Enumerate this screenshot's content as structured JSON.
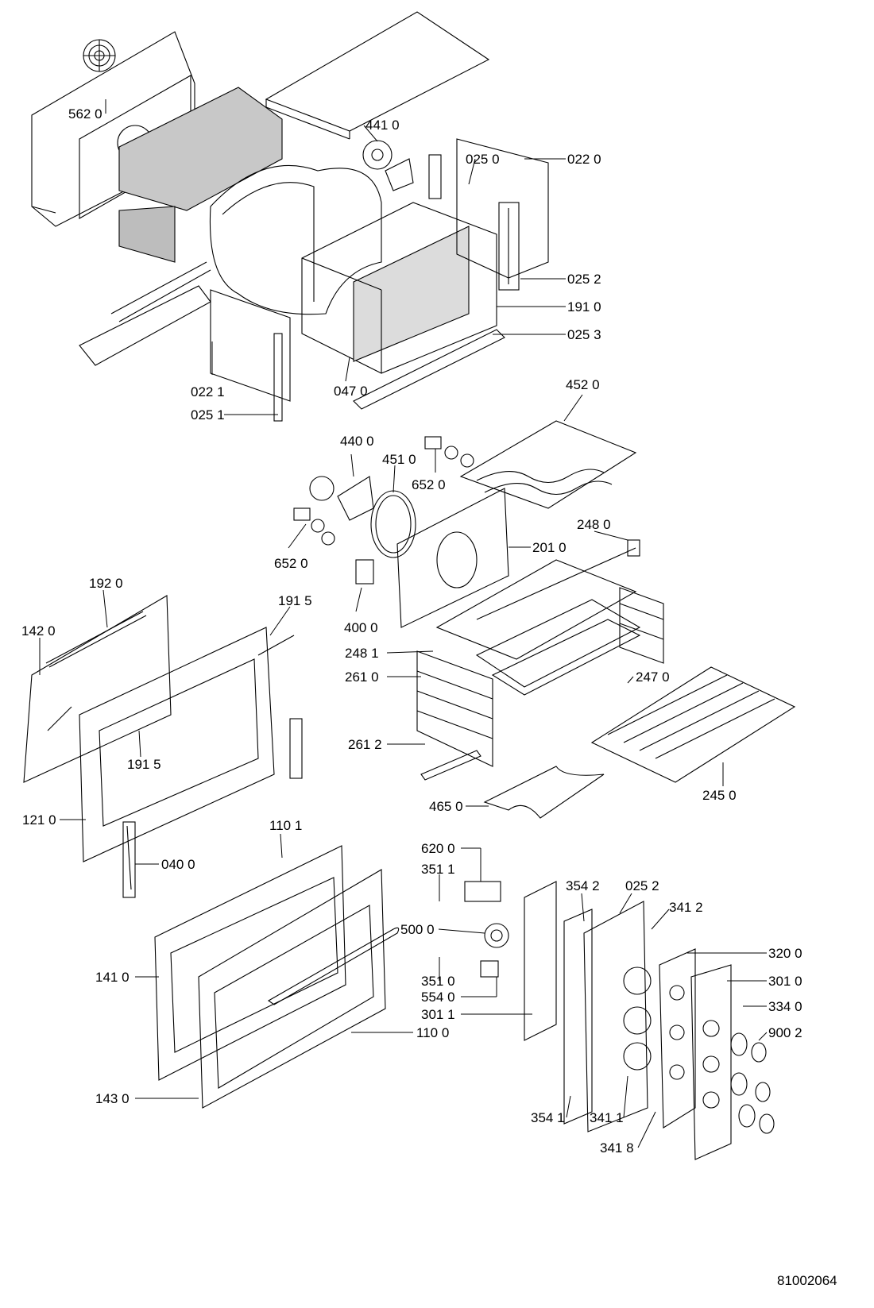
{
  "document_number": "81002064",
  "callouts": {
    "c5620": "562 0",
    "c4410": "441 0",
    "c0250": "025 0",
    "c0220": "022 0",
    "c0252a": "025 2",
    "c1910": "191 0",
    "c0253": "025 3",
    "c0221": "022 1",
    "c0470": "047 0",
    "c0251": "025 1",
    "c4520": "452 0",
    "c4400": "440 0",
    "c4510": "451 0",
    "c6520a": "652 0",
    "c2480": "248 0",
    "c2010": "201 0",
    "c6520b": "652 0",
    "c4000": "400 0",
    "c2481": "248 1",
    "c2610": "261 0",
    "c2470": "247 0",
    "c2612": "261 2",
    "c4650": "465 0",
    "c2450": "245 0",
    "c1920": "192 0",
    "c1420": "142 0",
    "c1915a": "191 5",
    "c1915b": "191 5",
    "c1210": "121 0",
    "c1101": "110 1",
    "c0400": "040 0",
    "c1410": "141 0",
    "c1100": "110 0",
    "c1430": "143 0",
    "c6200": "620 0",
    "c3511a": "351 1",
    "c5000": "500 0",
    "c3510": "351 0",
    "c5540": "554 0",
    "c3011": "301 1",
    "c3542": "354 2",
    "c0252b": "025 2",
    "c3412": "341 2",
    "c3200": "320 0",
    "c3010": "301 0",
    "c3340": "334 0",
    "c9002": "900 2",
    "c3541": "354 1",
    "c3411": "341 1",
    "c3418": "341 8"
  }
}
